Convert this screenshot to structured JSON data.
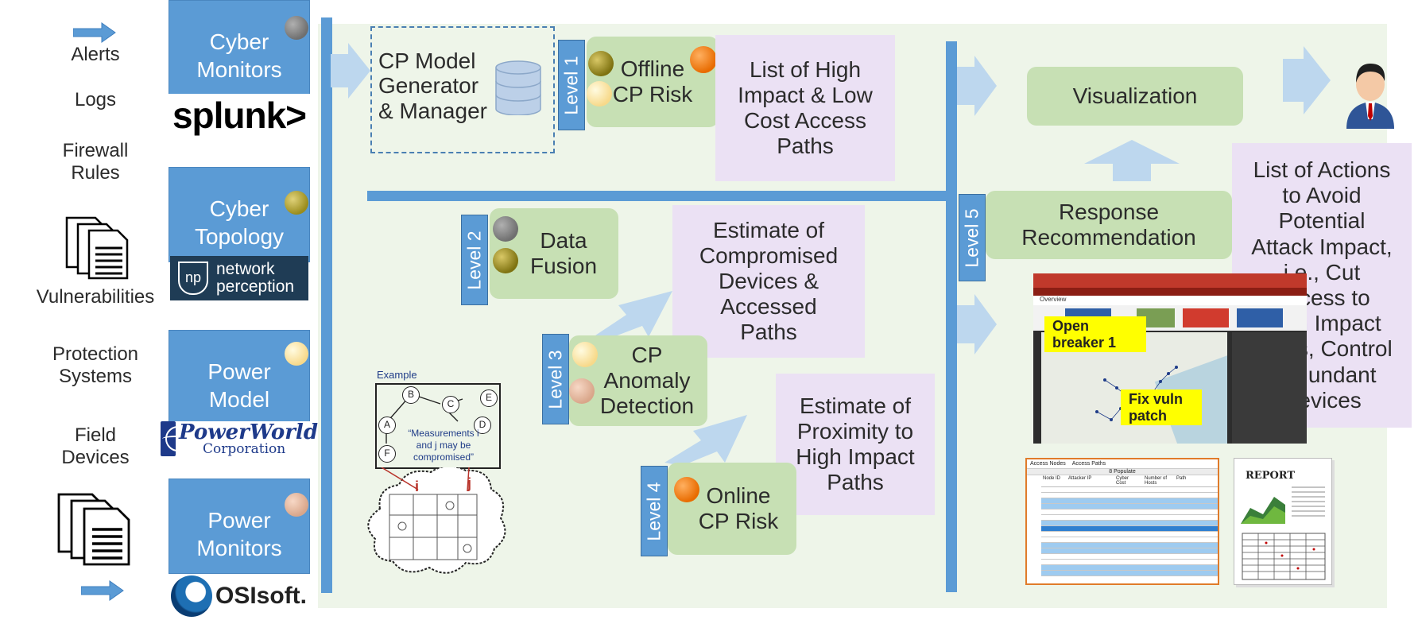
{
  "inputs": {
    "alerts": "Alerts",
    "logs": "Logs",
    "firewall": "Firewall\nRules",
    "vulnerabilities": "Vulnerabilities",
    "protection": "Protection\nSystems",
    "field": "Field\nDevices"
  },
  "sources": {
    "cyber_monitors": "Cyber\nMonitors",
    "cyber_topology": "Cyber\nTopology",
    "power_model": "Power\nModel",
    "power_monitors": "Power\nMonitors"
  },
  "logos": {
    "splunk": "splunk>",
    "np": "np",
    "network_perception_1": "network",
    "network_perception_2": "perception",
    "powerworld_1": "PowerWorld",
    "powerworld_2": "Corporation",
    "osisoft": "OSIsoft."
  },
  "levels": {
    "l1": "Level 1",
    "l2": "Level 2",
    "l3": "Level 3",
    "l4": "Level 4",
    "l5": "Level 5"
  },
  "boxes": {
    "model_generator": "CP Model\nGenerator\n& Manager",
    "offline_risk": "Offline\nCP Risk",
    "high_impact_paths": "List of High\nImpact & Low\nCost Access\nPaths",
    "data_fusion": "Data\nFusion",
    "compromised": "Estimate of\nCompromised\nDevices &\nAccessed\nPaths",
    "anomaly": "CP\nAnomaly\nDetection",
    "proximity": "Estimate of\nProximity to\nHigh Impact\nPaths",
    "online_risk": "Online\nCP Risk",
    "visualization": "Visualization",
    "response": "Response\nRecommendation",
    "actions": "List of Actions\nto Avoid\nPotential\nAttack Impact,\ni.e., Cut\nAccess to\nHigh Impact\nPaths, Control\nRedundant\nDevices"
  },
  "example": {
    "title": "Example",
    "nodes": [
      "A",
      "B",
      "C",
      "D",
      "E",
      "F"
    ],
    "quote": "“Measurements i\nand j may be\ncompromised”",
    "i": "i",
    "j": "j"
  },
  "screenshot": {
    "note1": "Open\nbreaker 1",
    "note2": "Fix vuln\npatch",
    "overview": "Overview"
  },
  "access_table": {
    "tabs": [
      "Access Nodes",
      "Access Paths"
    ],
    "populate": "8 Populate",
    "headers": [
      "Node ID",
      "Attacker IP",
      "Cyber Cost",
      "Number of Hosts",
      "Path"
    ]
  },
  "report": {
    "title": "REPORT"
  },
  "colors": {
    "blue": "#5b9bd5",
    "green_box": "#c7e0b4",
    "purple_box": "#ebe1f4",
    "panel": "#eef5e9",
    "arrow": "#bdd7ee",
    "note": "#ffff00"
  }
}
